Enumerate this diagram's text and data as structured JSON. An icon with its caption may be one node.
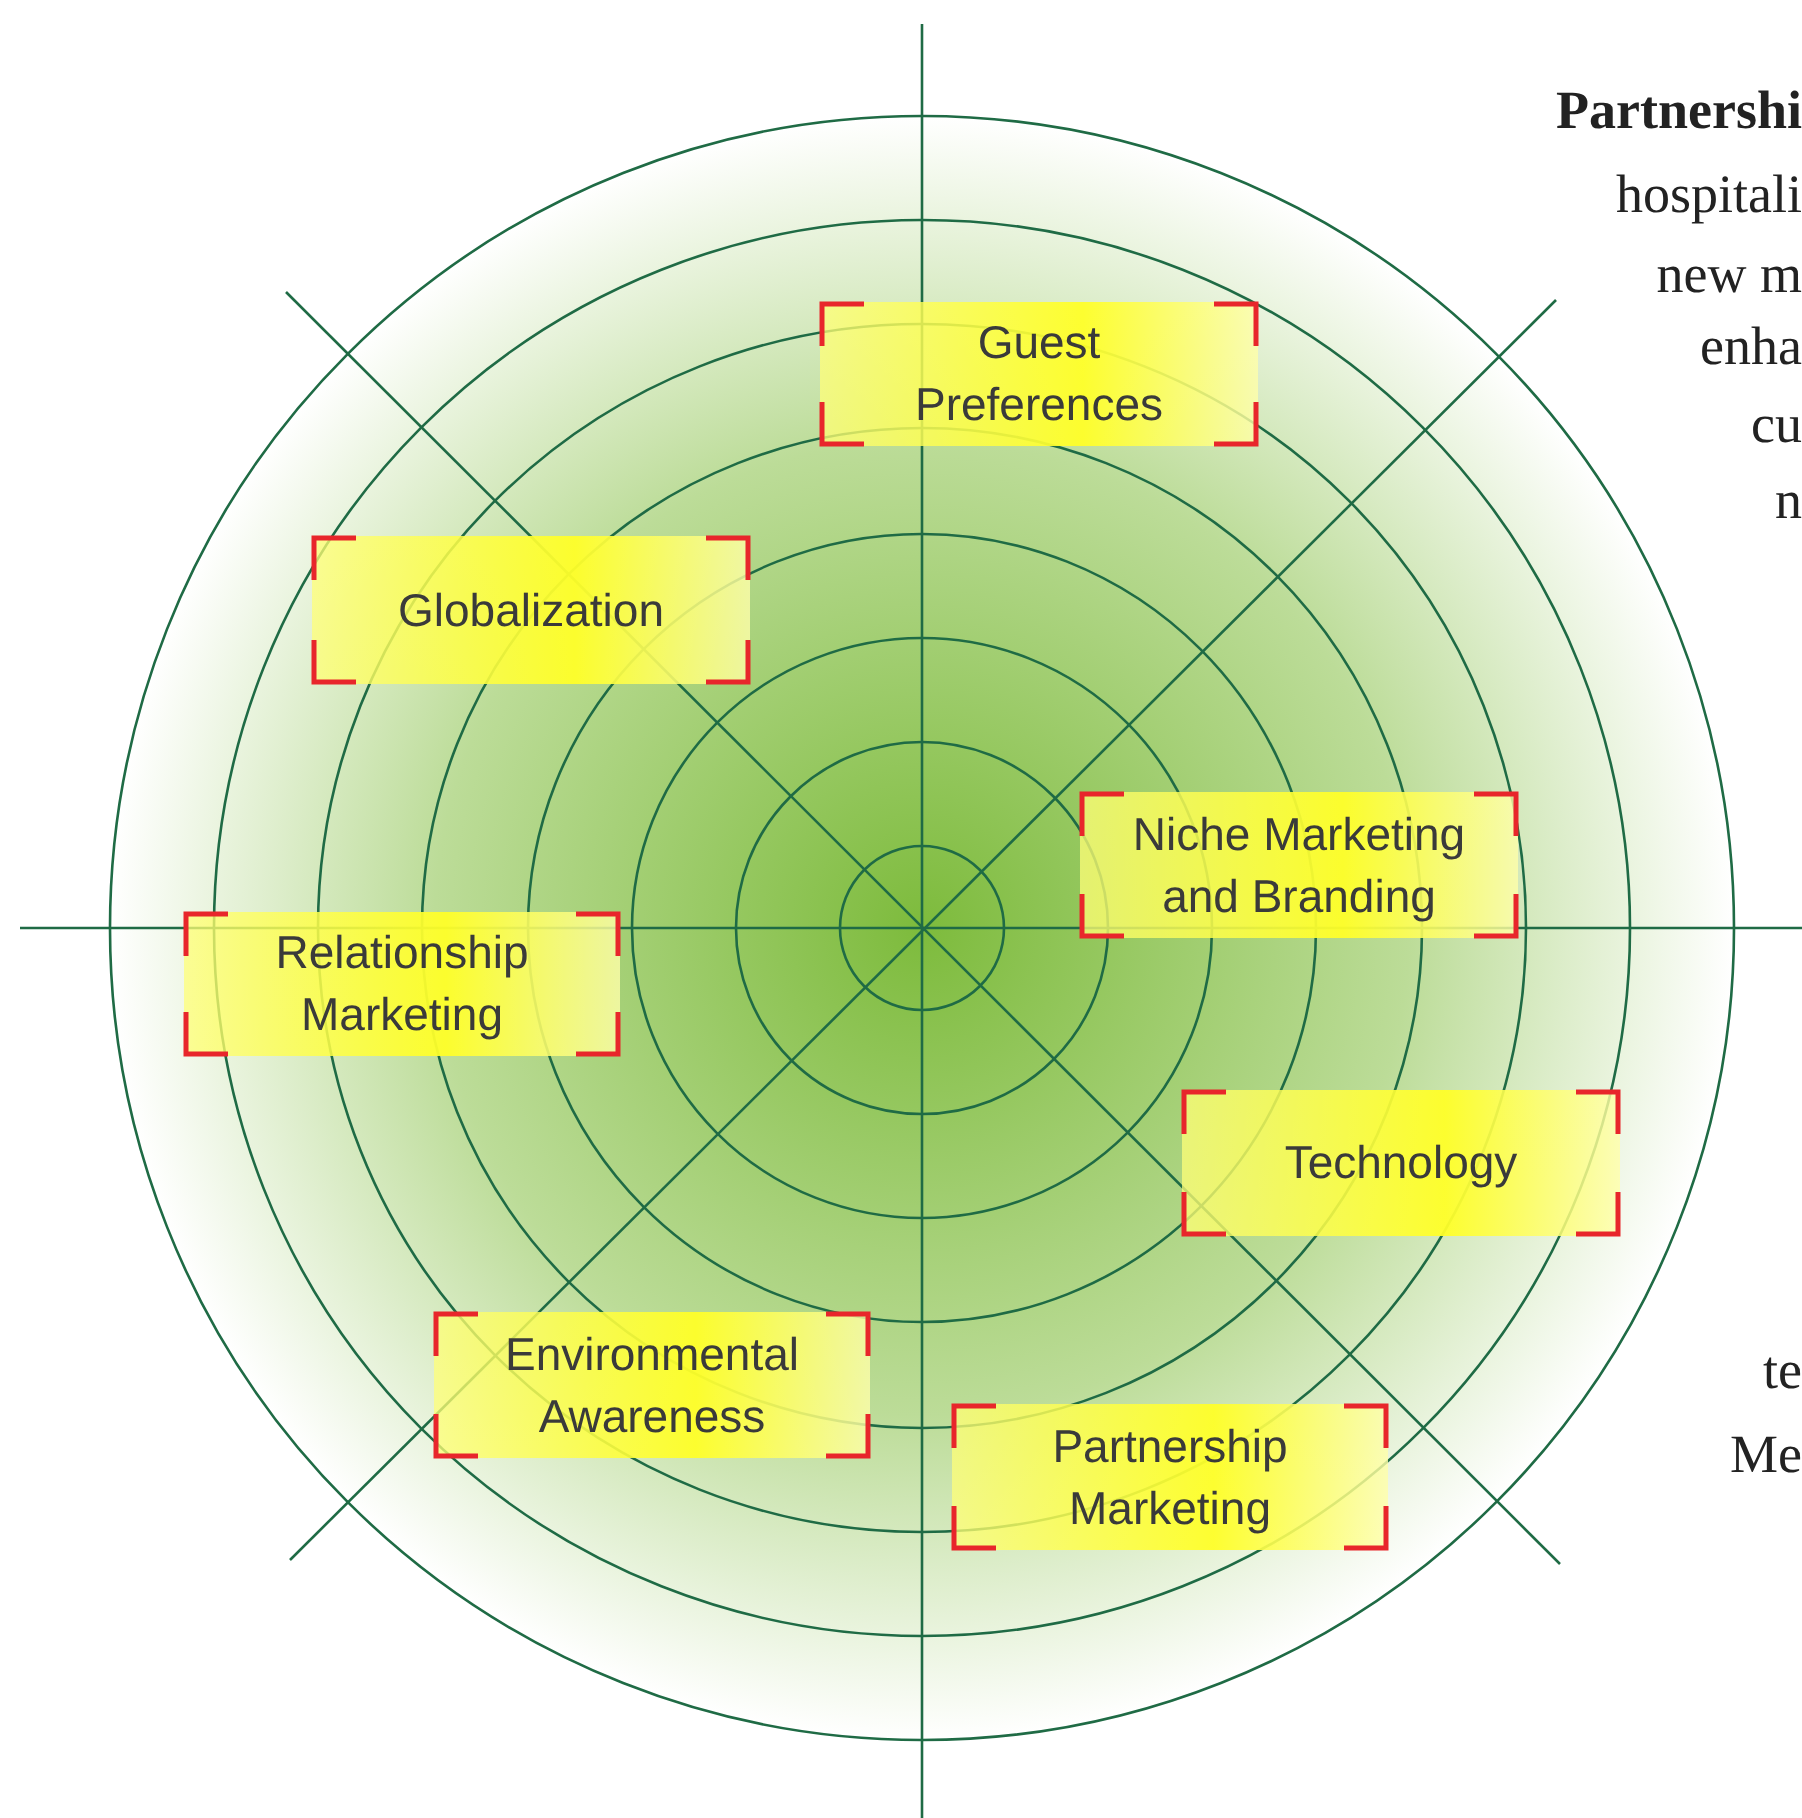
{
  "diagram": {
    "nodes": [
      {
        "text": [
          "Guest Preferences"
        ]
      },
      {
        "text": [
          "Globalization"
        ]
      },
      {
        "text": [
          "Niche Marketing and Branding"
        ]
      },
      {
        "text": [
          "Relationship Marketing"
        ]
      },
      {
        "text": [
          "Technology"
        ]
      },
      {
        "text": [
          "Environmental Awareness"
        ]
      },
      {
        "text": [
          "Partnership Marketing"
        ]
      }
    ],
    "labels": [
      "Partnershi",
      "hospitali",
      "new m",
      "enha",
      "cu",
      "n",
      "te",
      "Me"
    ]
  }
}
